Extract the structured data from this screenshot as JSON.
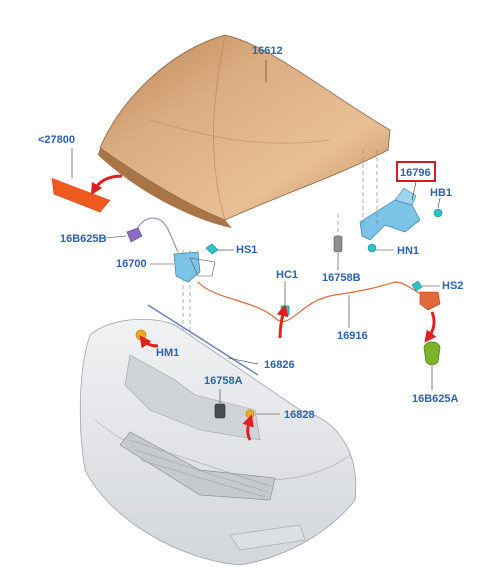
{
  "diagram": {
    "labels": {
      "hood": "16612",
      "hood_seal": "<27800",
      "release_handle": "16B625B",
      "latch": "16700",
      "hs1": "HS1",
      "hc1": "HC1",
      "hinge": "16796",
      "hb1": "HB1",
      "hn1": "HN1",
      "prop_rod_clip": "16758B",
      "cable": "16916",
      "hs2": "HS2",
      "grommet": "16B625A",
      "hm1": "HM1",
      "bracket_rod": "16826",
      "bumper_clip": "16758A",
      "clip": "16828"
    },
    "highlighted_label": "hinge",
    "colors": {
      "label": "#2d62b0",
      "highlight_box": "#d11f1f",
      "hood": "#d9a77a",
      "cable": "#e06a3a",
      "part_blue": "#7cc3e8",
      "part_teal": "#2fc1c9",
      "arrow_red": "#e02020",
      "bumper": "#e3e5e8"
    }
  }
}
